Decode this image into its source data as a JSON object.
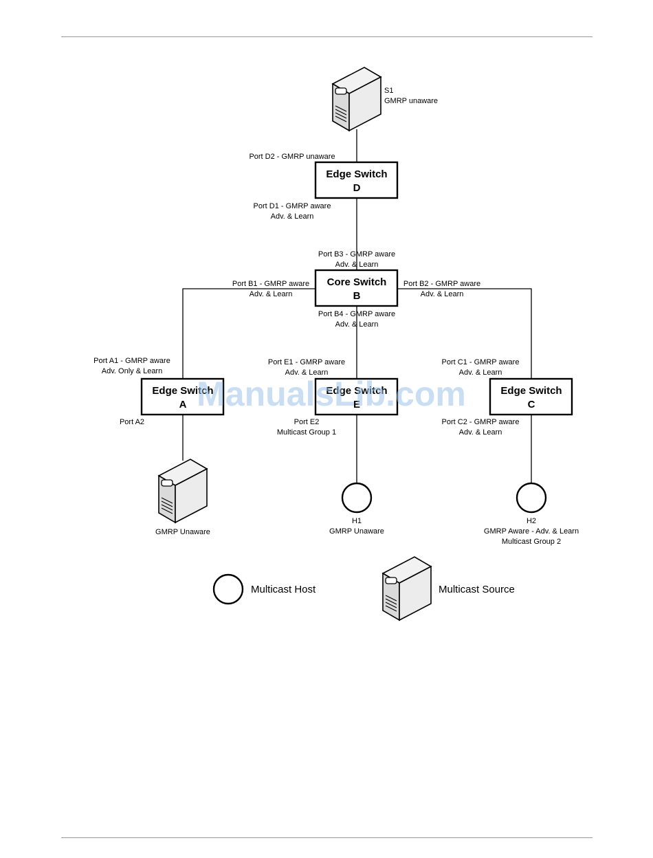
{
  "server_s1": {
    "name": "S1",
    "status": "GMRP unaware"
  },
  "switch_d": {
    "line1": "Edge Switch",
    "line2": "D"
  },
  "switch_b": {
    "line1": "Core Switch",
    "line2": "B"
  },
  "switch_a": {
    "line1": "Edge Switch",
    "line2": "A"
  },
  "switch_e": {
    "line1": "Edge Switch",
    "line2": "E"
  },
  "switch_c": {
    "line1": "Edge Switch",
    "line2": "C"
  },
  "ports": {
    "d2": "Port D2 - GMRP unaware",
    "d1_a": "Port D1 - GMRP aware",
    "d1_b": "Adv. & Learn",
    "b3_a": "Port B3 - GMRP aware",
    "b3_b": "Adv. & Learn",
    "b1_a": "Port B1 - GMRP aware",
    "b1_b": "Adv. & Learn",
    "b2_a": "Port B2 - GMRP aware",
    "b2_b": "Adv. & Learn",
    "b4_a": "Port B4 - GMRP aware",
    "b4_b": "Adv. & Learn",
    "a1_a": "Port A1 - GMRP aware",
    "a1_b": "Adv. Only & Learn",
    "e1_a": "Port E1 - GMRP aware",
    "e1_b": "Adv. & Learn",
    "c1_a": "Port C1 - GMRP aware",
    "c1_b": "Adv. & Learn",
    "a2": "Port A2",
    "e2_a": "Port E2",
    "e2_b": "Multicast Group 1",
    "c2_a": "Port C2 - GMRP aware",
    "c2_b": "Adv. & Learn"
  },
  "server_a": {
    "status": "GMRP Unaware"
  },
  "host_h1": {
    "name": "H1",
    "status": "GMRP Unaware"
  },
  "host_h2": {
    "name": "H2",
    "status": "GMRP Aware - Adv. & Learn",
    "group": "Multicast Group 2"
  },
  "legend": {
    "host_label": "Multicast Host",
    "source_label": "Multicast Source"
  },
  "watermark": "ManualsLib.com"
}
